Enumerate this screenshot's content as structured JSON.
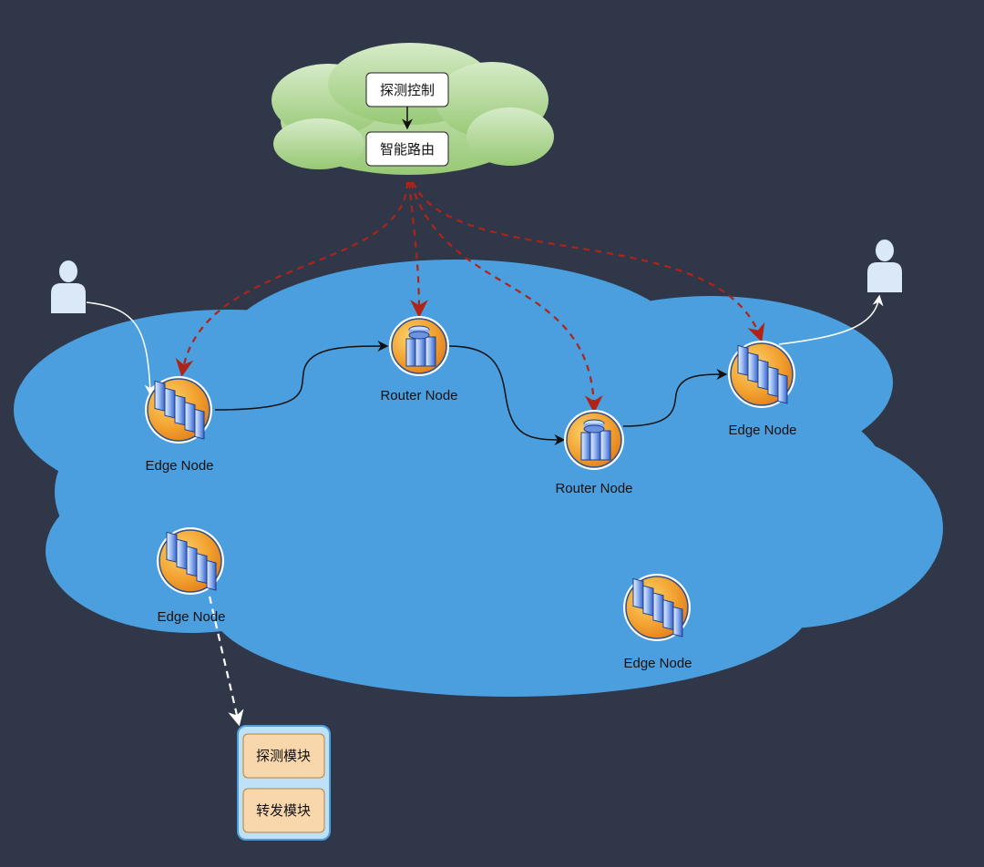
{
  "control": {
    "probe_control": "探测控制",
    "smart_routing": "智能路由"
  },
  "nodes": {
    "edge_left": "Edge Node",
    "router_1": "Router Node",
    "router_2": "Router Node",
    "edge_right": "Edge Node",
    "edge_lower_left": "Edge Node",
    "edge_lower_right": "Edge Node"
  },
  "modules": {
    "probe_module": "探测模块",
    "forward_module": "转发模块"
  },
  "colors": {
    "background": "#2f3749",
    "network_cloud": "#4b9fdf",
    "control_cloud": "#a9d48a",
    "control_path": "#b02418",
    "data_path": "#111111",
    "user": "#dbe8f8",
    "module_box": "#f8d7ad"
  },
  "icons": {
    "edge": "server-rack-icon",
    "router": "router-server-icon",
    "user": "user-icon"
  }
}
